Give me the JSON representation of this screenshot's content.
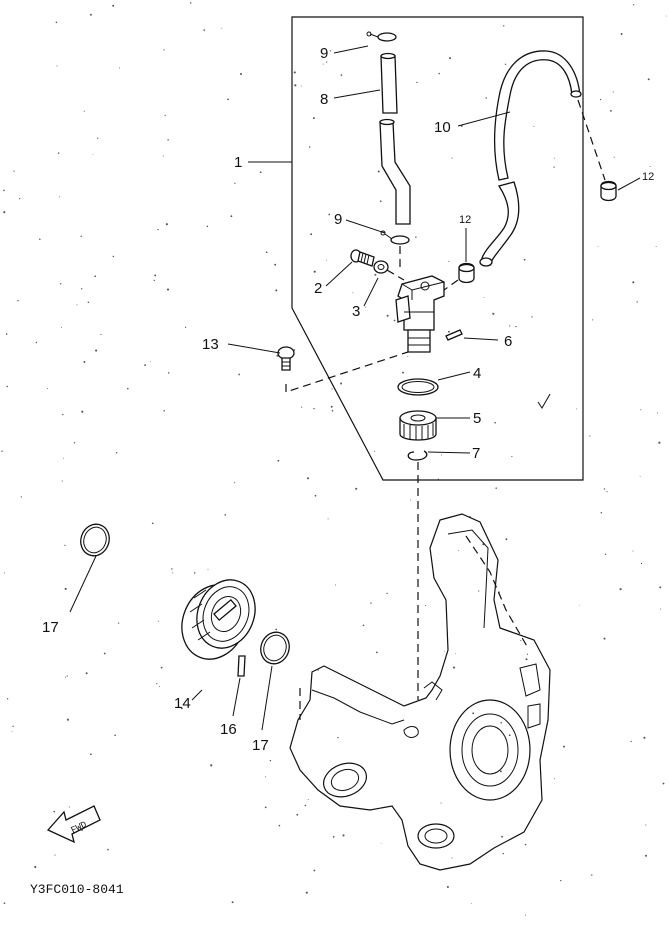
{
  "callouts": {
    "c1": "1",
    "c2": "2",
    "c3": "3",
    "c4": "4",
    "c5": "5",
    "c6": "6",
    "c7": "7",
    "c8": "8",
    "c9a": "9",
    "c9b": "9",
    "c10": "10",
    "c12a": "12",
    "c12b": "12",
    "c13": "13",
    "c14": "14",
    "c16": "16",
    "c17a": "17",
    "c17b": "17"
  },
  "fwd_label": "FWD",
  "diagram_code": "Y3FC010-8041"
}
